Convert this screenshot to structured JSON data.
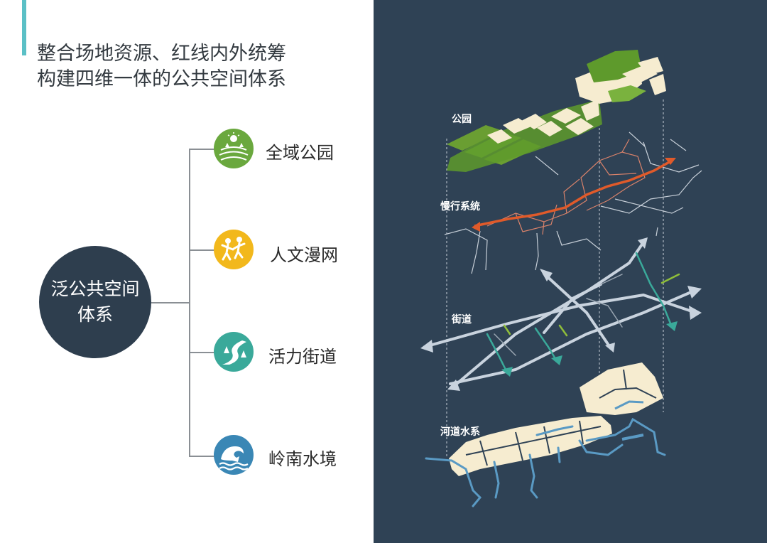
{
  "title": {
    "line1": "整合场地资源、红线内外统筹",
    "line2": "构建四维一体的公共空间体系"
  },
  "diagram": {
    "root": {
      "line1": "泛公共空间",
      "line2": "体系"
    },
    "branches": [
      {
        "label": "全域公园",
        "icon": "park-icon",
        "color": "#6aa83e"
      },
      {
        "label": "人文漫网",
        "icon": "people-walking-icon",
        "color": "#f2b81c"
      },
      {
        "label": "活力街道",
        "icon": "road-icon",
        "color": "#3aa99a"
      },
      {
        "label": "岭南水境",
        "icon": "wave-icon",
        "color": "#3a87b5"
      }
    ]
  },
  "layers": {
    "park": "公园",
    "slow": "慢行系统",
    "street": "街道",
    "water": "河道水系"
  },
  "colors": {
    "panel_bg": "#2f4255",
    "park_green": "#5e9a2c",
    "block_cream": "#f6ecd0",
    "slow_orange": "#e05a2a",
    "street_gray": "#c9d3de",
    "street_teal": "#3aa99a",
    "water_blue": "#5a9ac4"
  }
}
